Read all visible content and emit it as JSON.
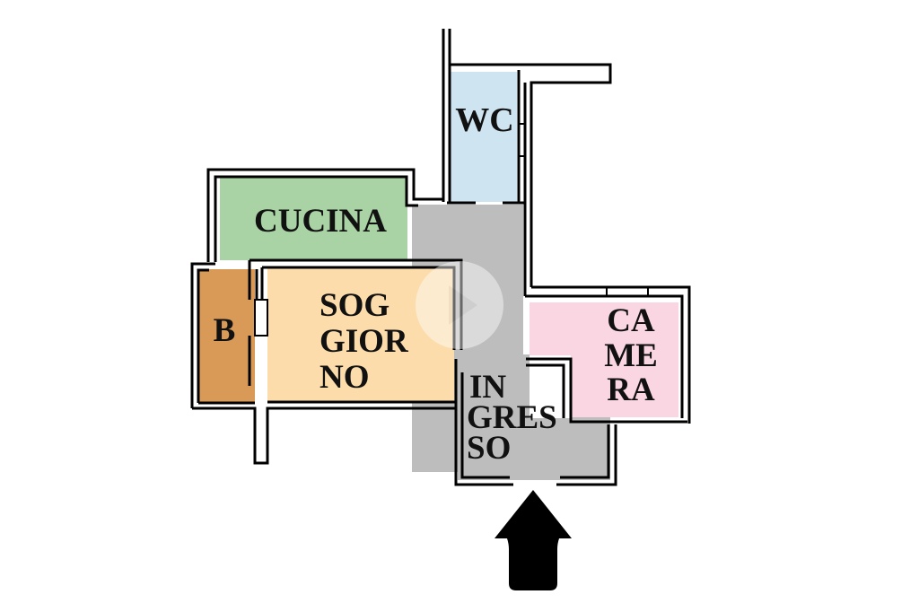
{
  "rooms": {
    "wc": {
      "label": "WC",
      "color": "#cfe4f1"
    },
    "cucina": {
      "label": "CUCINA",
      "color": "#a9d3a4"
    },
    "bagno": {
      "label": "B",
      "color": "#d99a58"
    },
    "soggiorno": {
      "lines": [
        "SOG",
        "GIOR",
        "NO"
      ],
      "color": "#fcdcaa"
    },
    "ingresso": {
      "lines": [
        "IN",
        "GRES",
        "SO"
      ],
      "color": "#bdbdbd"
    },
    "camera": {
      "lines": [
        "CA",
        "ME",
        "RA"
      ],
      "color": "#f9d6e2"
    }
  },
  "entrance_arrow": {
    "icon": "entrance-arrow-icon",
    "color": "#000000"
  },
  "play_overlay": {
    "icon": "play-icon"
  }
}
